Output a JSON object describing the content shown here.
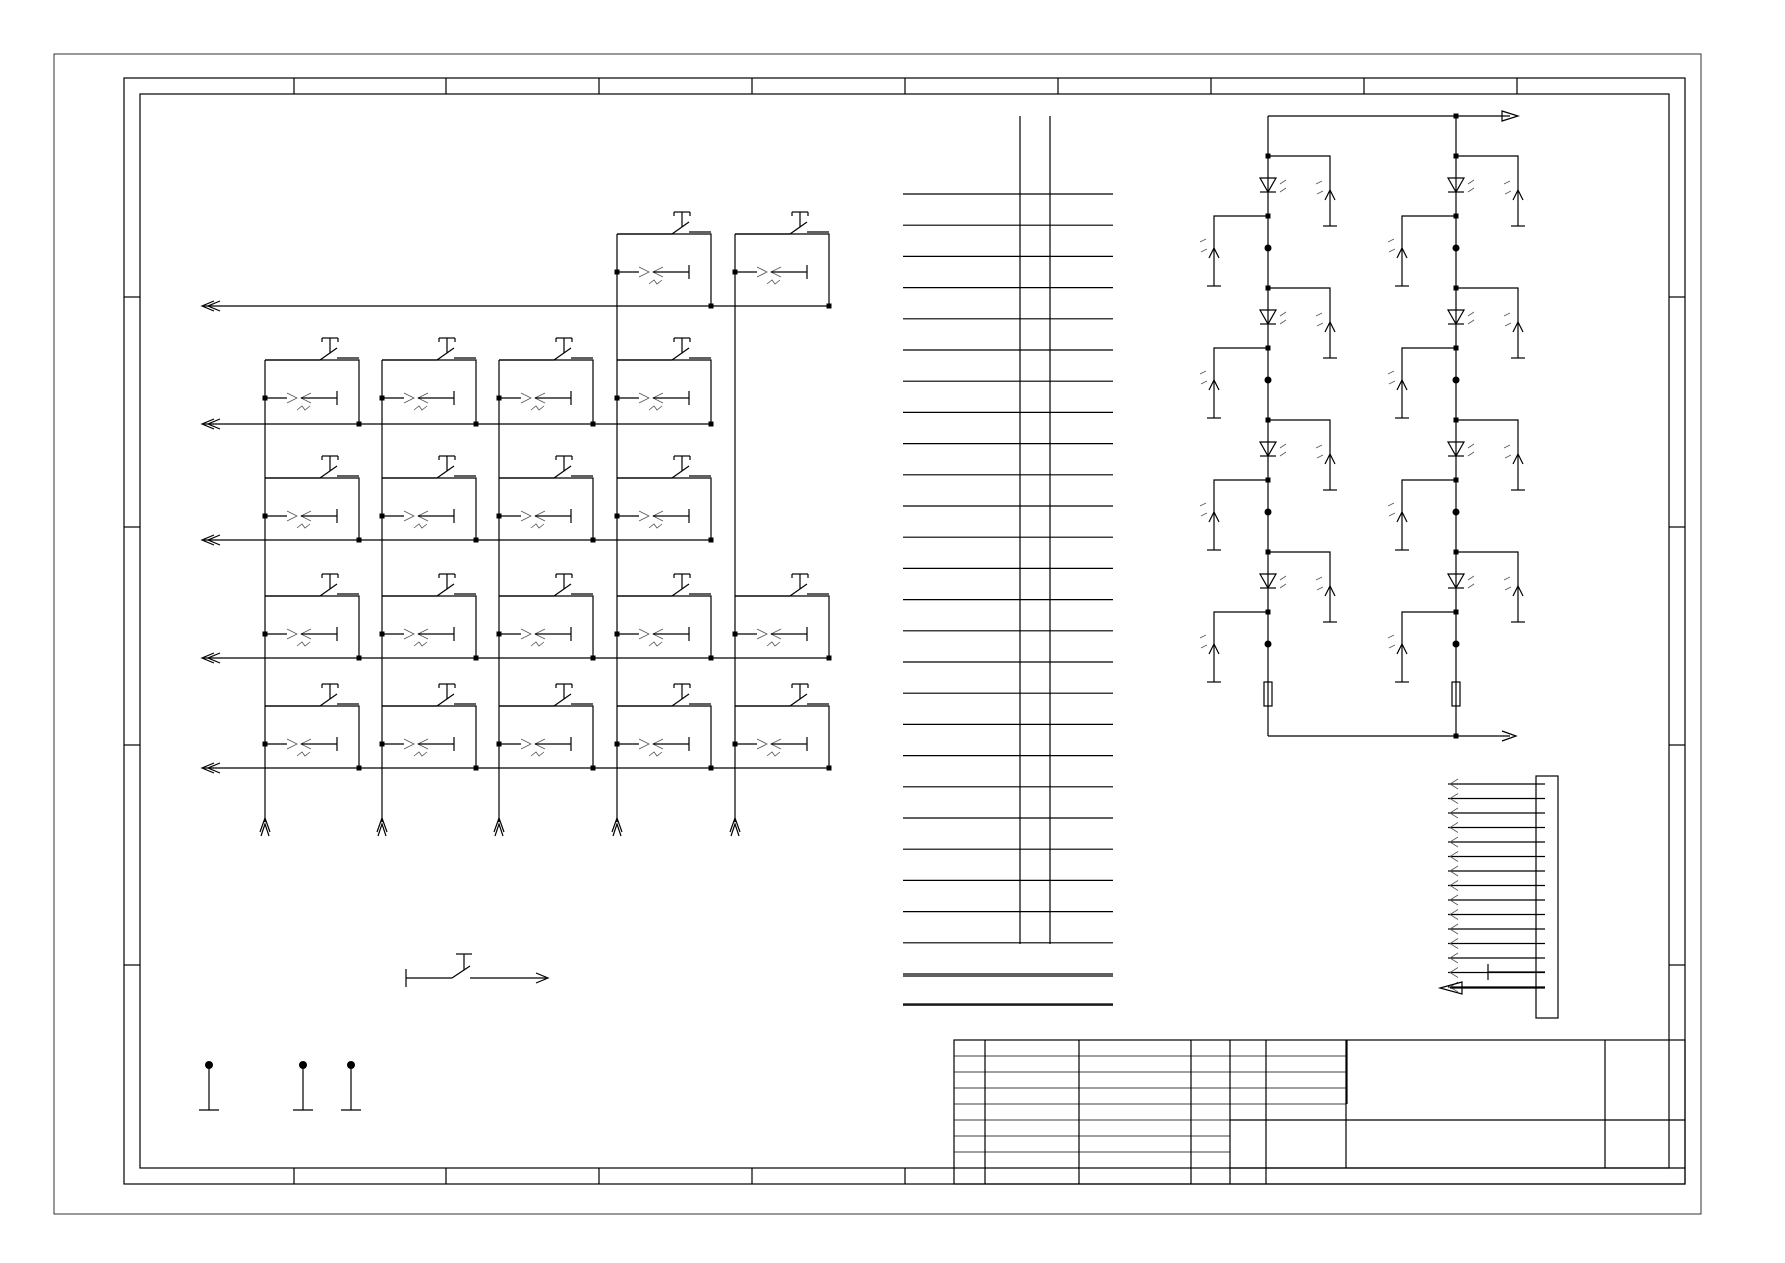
{
  "drawing": {
    "line_color": "#000000",
    "background_color": "#ffffff",
    "key_matrix": {
      "rows": [
        {
          "columns_with_keys": [
            4,
            5
          ]
        },
        {
          "columns_with_keys": [
            1,
            2,
            3,
            4
          ]
        },
        {
          "columns_with_keys": [
            1,
            2,
            3,
            4
          ]
        },
        {
          "columns_with_keys": [
            1,
            2,
            3,
            4,
            5
          ]
        },
        {
          "columns_with_keys": [
            1,
            2,
            3,
            4,
            5
          ]
        }
      ],
      "column_count": 5
    },
    "bus_line_count": 27,
    "led_strings": [
      {
        "led_count": 4
      },
      {
        "led_count": 4
      }
    ],
    "connector_pin_count": 15,
    "ground_symbol_count": 3,
    "title_block": {
      "revision_rows": 8
    }
  }
}
